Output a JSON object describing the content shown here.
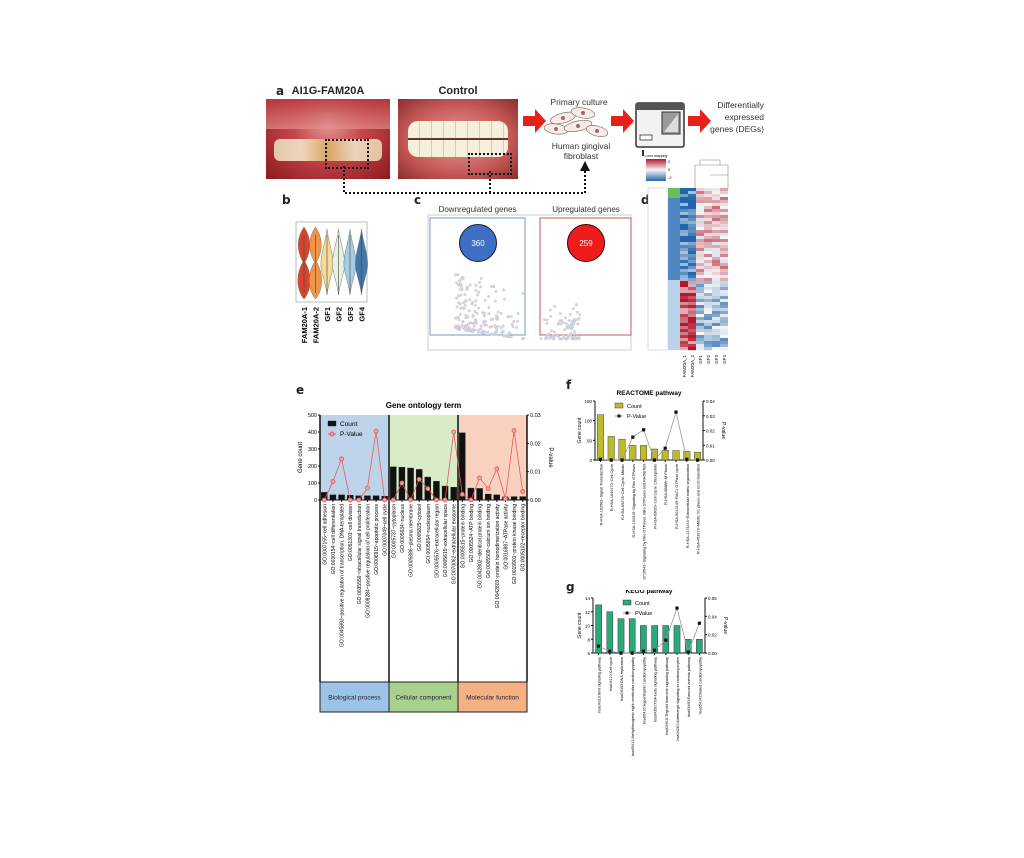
{
  "panel_a": {
    "label": "a",
    "patient_title": "AI1G-FAM20A",
    "control_title": "Control",
    "primary_culture": "Primary culture",
    "cell_type": "Human gingival fibroblast",
    "output": "Differentially expressed genes (DEGs)",
    "arrow_color": "#e8201a"
  },
  "panel_b": {
    "label": "b",
    "samples": [
      "FAM20A-1",
      "FAM20A-2",
      "GF1",
      "GF2",
      "GF3",
      "GF4"
    ],
    "colors": [
      "#d6452c",
      "#ee9548",
      "#f6dc92",
      "#e6f1e0",
      "#a7cde3",
      "#4477a8"
    ]
  },
  "panel_c": {
    "label": "c",
    "down_title": "Downregulated genes",
    "up_title": "Upregulated genes",
    "down_count": "360",
    "up_count": "259",
    "down_color": "#3e6fc4",
    "up_color": "#ee1c1c"
  },
  "panel_d": {
    "label": "d",
    "colorbar_title": "Color mapping",
    "colorbar_ticks": [
      "2",
      "0",
      "-2"
    ],
    "samples": [
      "FAM20A_1",
      "FAM20A_2",
      "GF1",
      "GF2",
      "GF3",
      "GF4"
    ]
  },
  "panel_e": {
    "label": "e"
  },
  "panel_f": {
    "label": "f"
  },
  "panel_g": {
    "label": "g"
  },
  "chart_data": [
    {
      "id": "go",
      "type": "bar",
      "title": "Gene ontology term",
      "ylabel": "Gene count",
      "y2label": "P-value",
      "ylim": [
        0,
        500
      ],
      "yticks": [
        "0",
        "100",
        "200",
        "300",
        "400",
        "500"
      ],
      "y2lim": [
        0,
        0.03
      ],
      "y2ticks": [
        "0.00",
        "0.01",
        "0.02",
        "0.03"
      ],
      "legend": {
        "count": "Count",
        "pvalue": "P-Value",
        "position": "top-left"
      },
      "bar_color": "#111111",
      "line_color": "#e25b5b",
      "groups": [
        {
          "name": "Biological process",
          "color": "#bcd3ea",
          "box_color": "#9dc3e6",
          "categories": [
            "GO:0007155~cell adhesion",
            "GO:0030154~cell differentiation",
            "GO:0045893~positive regulation of transcription, DNA-templated",
            "GO:0051301~cell division",
            "GO:0035556~intracellular signal transduction",
            "GO:0008284~positive regulation of cell proliferation",
            "GO:0006915~apoptotic process",
            "GO:0007049~cell cycle"
          ],
          "count": [
            45,
            30,
            30,
            28,
            25,
            25,
            25,
            22
          ],
          "pvalue": [
            0.0,
            0.0065,
            0.0145,
            0.0,
            0.0,
            0.0042,
            0.0243,
            0.0
          ]
        },
        {
          "name": "Cellular component",
          "color": "#d8ecc8",
          "box_color": "#a9d18e",
          "categories": [
            "GO:0005737~cytoplasm",
            "GO:0005634~nucleus",
            "GO:0005886~plasma membrane",
            "GO:0005829~cytosol",
            "GO:0005654~nucleoplasm",
            "GO:0005576~extracellular region",
            "GO:0005615~extracellular space",
            "GO:0070062~extracellular exosome"
          ],
          "count": [
            195,
            193,
            188,
            180,
            135,
            110,
            82,
            75
          ],
          "pvalue": [
            0.0,
            0.006,
            0.0,
            0.0073,
            0.004,
            0.0,
            0.0,
            0.024
          ]
        },
        {
          "name": "Molecular function",
          "color": "#f9d2bf",
          "box_color": "#f4b183",
          "categories": [
            "GO:0005515~protein binding",
            "GO:0005524~ATP binding",
            "GO:0042802~identical protein binding",
            "GO:0005509~calcium ion binding",
            "GO:0042803~protein homodimerization activity",
            "GO:0016887~ATPase activity",
            "GO:0019901~protein kinase binding",
            "GO:0005102~receptor binding"
          ],
          "count": [
            395,
            70,
            68,
            35,
            30,
            18,
            20,
            20
          ],
          "pvalue": [
            0.002,
            0.0,
            0.0078,
            0.004,
            0.011,
            0.0005,
            0.0245,
            0.003
          ]
        }
      ]
    },
    {
      "id": "reactome",
      "type": "bar",
      "title": "REACTOME pathway",
      "ylabel": "Gene count",
      "y2label": "P-value",
      "ylim": [
        0,
        150
      ],
      "yticks": [
        "0",
        "50",
        "100",
        "150"
      ],
      "y2lim": [
        0,
        0.04
      ],
      "y2ticks": [
        "0.00",
        "0.01",
        "0.02",
        "0.03",
        "0.04"
      ],
      "legend": {
        "count": "Count",
        "pvalue": "P-Value",
        "position": "top-left"
      },
      "bar_color": "#bcbc2a",
      "line_color": "#999999",
      "categories": [
        "R-HSA-162582~Signal Transduction",
        "R-HSA-1640170~Cell Cycle",
        "R-HSA-69278~Cell Cycle, Mitotic",
        "R-HSA-194315~Signaling by Rho GTPases",
        "R-HSA-9716542~Signaling by Rho GTPases, Miro GTPases and RHOBTB3",
        "R-HSA-69620~Cell Cycle Checkpoints",
        "R-HSA-68886~M Phase",
        "R-HSA-9013149~RAC1 GTPase cycle",
        "R-HSA-1474244~Extracellular matrix organization",
        "R-HSA-453279~Mitotic G1 phase and G1/S transition"
      ],
      "count": [
        115,
        60,
        53,
        37,
        37,
        28,
        25,
        24,
        22,
        20
      ],
      "pvalue": [
        0.0005,
        0.0,
        0.0,
        0.0155,
        0.0205,
        0.0,
        0.008,
        0.0325,
        0.0005,
        0.0
      ]
    },
    {
      "id": "kegg",
      "type": "bar",
      "title": "KEGG pathway",
      "ylabel": "Gene count",
      "y2label": "P-value",
      "ylim": [
        6,
        14
      ],
      "yticks": [
        "6",
        "8",
        "10",
        "12",
        "14"
      ],
      "y2lim": [
        0,
        0.06
      ],
      "y2ticks": [
        "0.00",
        "0.02",
        "0.04",
        "0.06"
      ],
      "legend": {
        "count": "Count",
        "pvalue": "PValue",
        "position": "top-left"
      },
      "bar_color": "#2fa878",
      "line_color": "#999999",
      "categories": [
        "hsa04310:Wnt signaling pathway",
        "hsa04110:Cell cycle",
        "hsa03030:DNA replication",
        "hsa05412:Arrhythmogenic right ventricular cardiomyopathy",
        "hsa05410:Hypertrophic cardiomyopathy",
        "hsa04350:TGF-beta signaling pathway",
        "hsa04919:Thyroid hormone signaling pathway",
        "hsa04261:Adrenergic signaling in cardiomyocytes",
        "hsa03460:Fanconi anemia pathway",
        "hsa05414:Dilated cardiomyopathy"
      ],
      "count": [
        13,
        12,
        11,
        11,
        10,
        10,
        10,
        10,
        8,
        8
      ],
      "pvalue": [
        0.0075,
        0.002,
        0.0,
        0.0,
        0.002,
        0.003,
        0.014,
        0.049,
        0.001,
        0.0325
      ]
    }
  ]
}
